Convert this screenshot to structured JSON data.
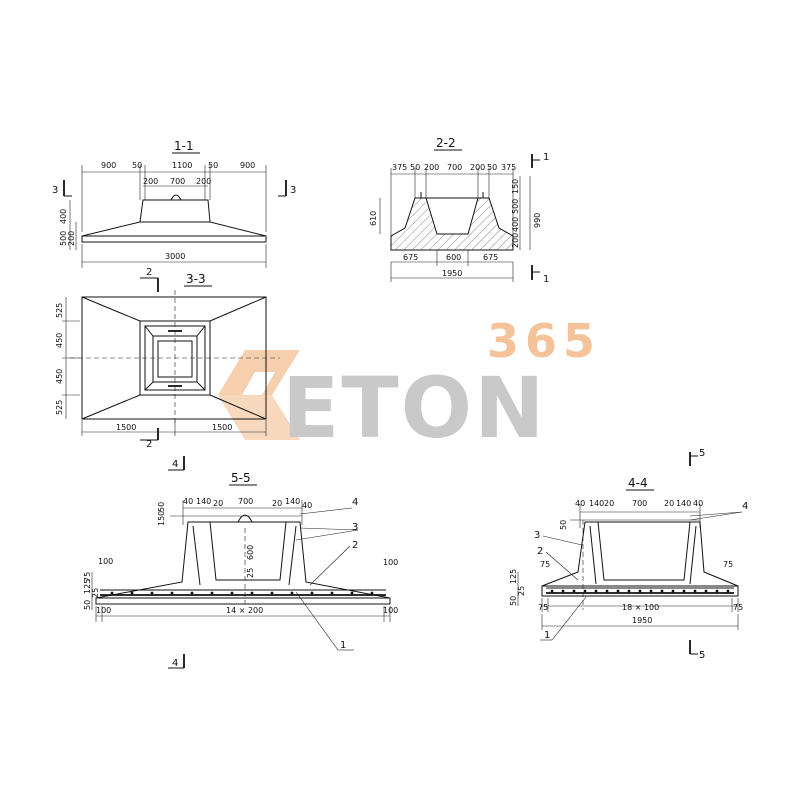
{
  "sections": {
    "s11": {
      "title": "1-1",
      "cut_mark": "3",
      "dims_top": [
        "900",
        "50",
        "1100",
        "50",
        "900"
      ],
      "dims_inner": [
        "200",
        "700",
        "200"
      ],
      "dims_left": [
        "500",
        "400",
        "200"
      ],
      "overall": "3000"
    },
    "s22": {
      "title": "2-2",
      "cut_mark": "1",
      "dims_top": [
        "375",
        "50",
        "200",
        "700",
        "200",
        "50",
        "375"
      ],
      "dims_left": "610",
      "dims_right": [
        "150",
        "500",
        "400",
        "200",
        "990"
      ],
      "dims_bottom": [
        "675",
        "600",
        "675"
      ],
      "overall": "1950"
    },
    "s33": {
      "title": "3-3",
      "cut_mark": "2",
      "dims_left": [
        "525",
        "450",
        "450",
        "525"
      ],
      "dims_bottom": [
        "1500",
        "1500"
      ]
    },
    "s55": {
      "title": "5-5",
      "cut_mark": "4",
      "dims_top": [
        "40",
        "140",
        "20",
        "700",
        "20",
        "140",
        "40"
      ],
      "dims_left": [
        "50",
        "150"
      ],
      "dims_mid": [
        "600",
        "25"
      ],
      "dims_base": [
        "100",
        "75",
        "125",
        "25",
        "50"
      ],
      "rebar": "14 × 200",
      "edge_left": "100",
      "edge_right": "100",
      "edge_right_top": "100",
      "callouts": [
        "4",
        "3",
        "2",
        "1"
      ]
    },
    "s44": {
      "title": "4-4",
      "cut_mark": "5",
      "dims_top": [
        "40",
        "140",
        "20",
        "700",
        "20",
        "140",
        "40"
      ],
      "dims_left": [
        "50",
        "75",
        "125",
        "25",
        "50"
      ],
      "rebar": "18 × 100",
      "edge_left": "75",
      "edge_right": "75",
      "edge_right_top": "75",
      "overall": "1950",
      "callouts": [
        "4",
        "3",
        "2",
        "1"
      ]
    }
  },
  "watermark": {
    "number": "365",
    "word": "ETON",
    "colors": {
      "number": "#f4c39a",
      "word": "#c9c9c9",
      "logo": "#f6cfae"
    }
  }
}
